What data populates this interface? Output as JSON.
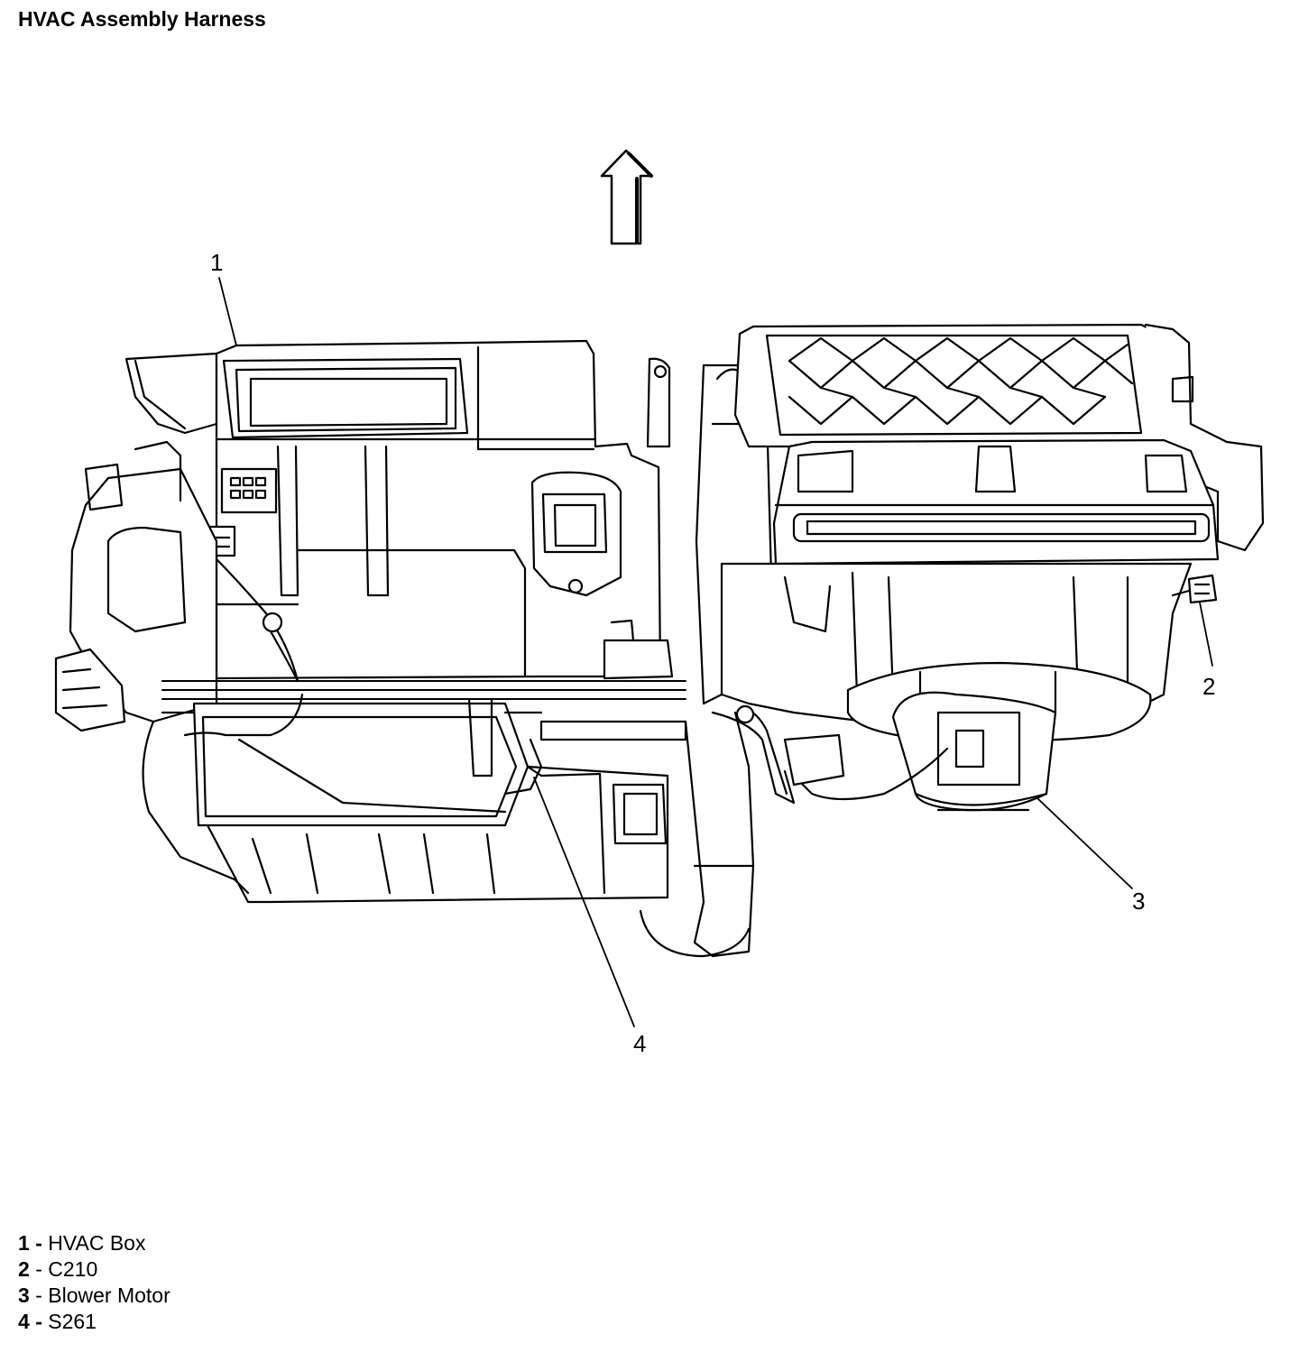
{
  "title": "HVAC Assembly Harness",
  "callouts": [
    {
      "number": "1",
      "target": "HVAC Box"
    },
    {
      "number": "2",
      "target": "C210"
    },
    {
      "number": "3",
      "target": "Blower Motor"
    },
    {
      "number": "4",
      "target": "S261"
    }
  ],
  "legend": [
    {
      "number": "1",
      "separator": "-",
      "label": "HVAC Box"
    },
    {
      "number": "2",
      "separator": "-",
      "label": "C210"
    },
    {
      "number": "3",
      "separator": "-",
      "label": "Blower Motor"
    },
    {
      "number": "4",
      "separator": "-",
      "label": "S261"
    }
  ],
  "icons": {
    "direction_arrow": "up-arrow-icon"
  }
}
